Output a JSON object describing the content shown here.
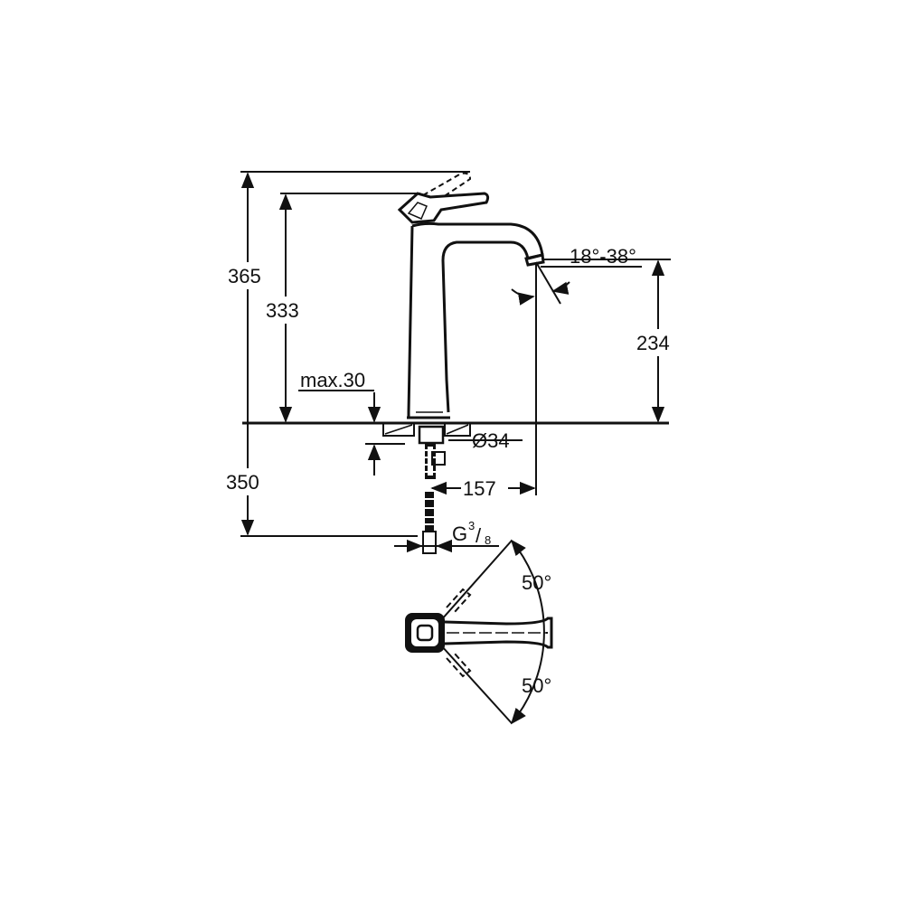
{
  "dimensions": {
    "total_height": "365",
    "lever_height": "333",
    "spout_height": "234",
    "below_deck": "350",
    "max_deck": "max.30",
    "diameter": "Ø34",
    "reach": "157",
    "connection": "G",
    "connection_num": "3",
    "connection_den": "8",
    "spout_angle": "18°-38°",
    "lever_angle_left": "50°",
    "lever_angle_right": "50°"
  },
  "colors": {
    "line": "#111111",
    "background": "#ffffff"
  }
}
